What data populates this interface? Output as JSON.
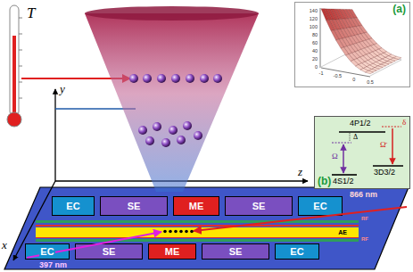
{
  "diagram": {
    "nodes": [
      {
        "text": [
          "(a)"
        ]
      },
      {
        "text": [
          "(b)"
        ]
      },
      {
        "text": [
          "EC"
        ]
      },
      {
        "text": [
          "SE"
        ]
      },
      {
        "text": [
          "ME"
        ]
      },
      {
        "text": [
          "SE"
        ]
      },
      {
        "text": [
          "EC"
        ]
      },
      {
        "text": [
          "AE"
        ]
      },
      {
        "text": [
          "EC"
        ]
      },
      {
        "text": [
          "SE"
        ]
      },
      {
        "text": [
          "ME"
        ]
      },
      {
        "text": [
          "SE"
        ]
      },
      {
        "text": [
          "EC"
        ]
      }
    ],
    "labels": [
      "T",
      "y",
      "z",
      "x",
      "866 nm",
      "397 nm",
      "RF",
      "RF",
      "4P1/2",
      "3D3/2",
      "4S1/2",
      "Δ",
      "δ",
      "Ω",
      "Ω̄",
      "140",
      "120",
      "100",
      "80",
      "60",
      "40",
      "20",
      "0",
      "-1",
      "-0.5",
      "0",
      "0.5"
    ]
  }
}
